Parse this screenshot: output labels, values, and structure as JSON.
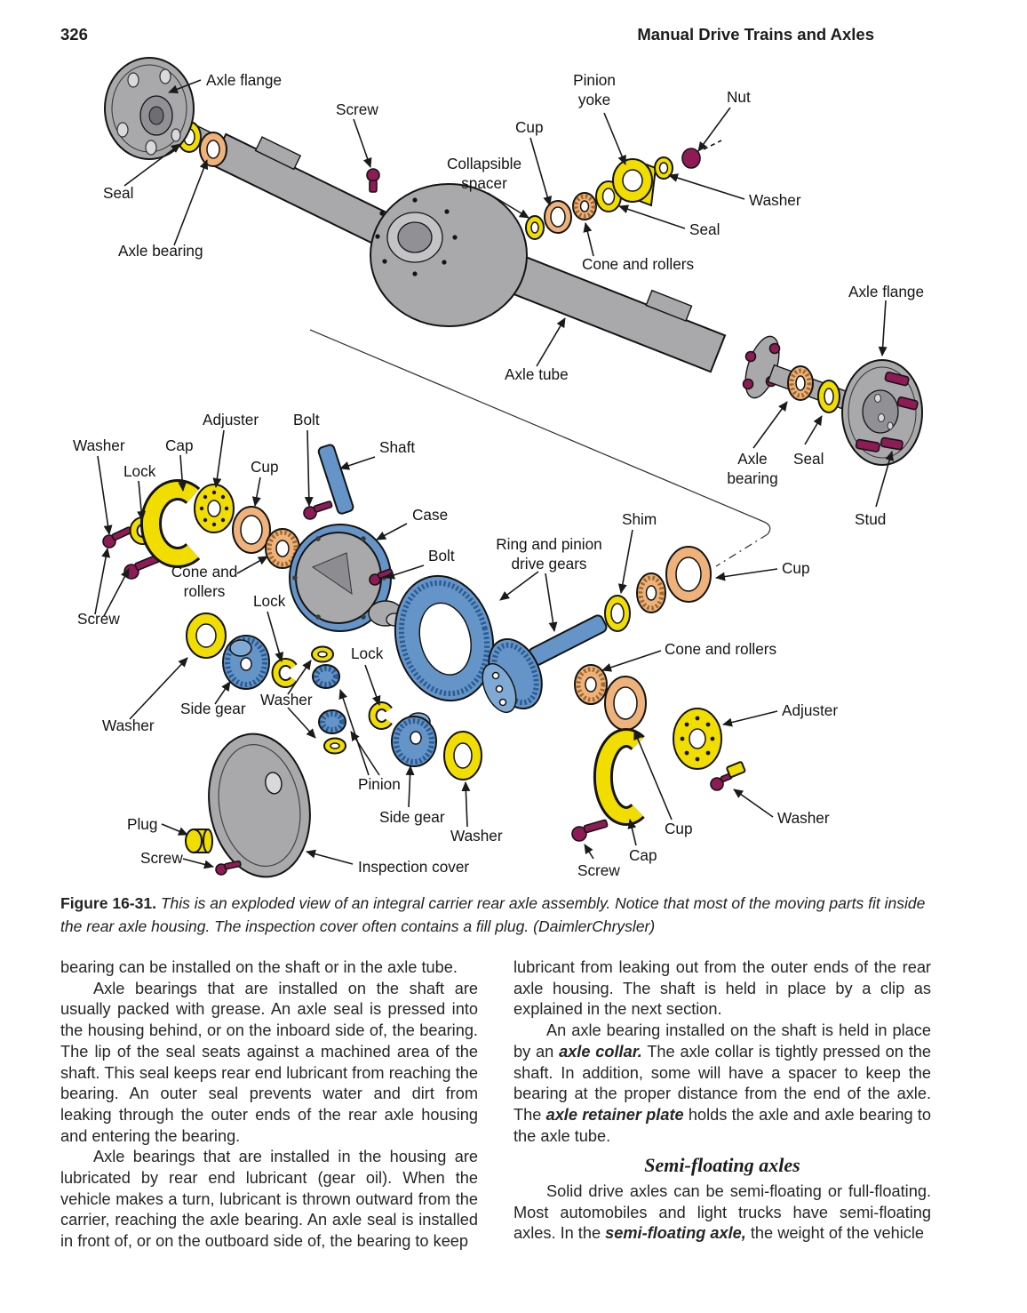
{
  "page": {
    "number": "326",
    "running_head": "Manual Drive Trains and Axles"
  },
  "figure": {
    "caption": {
      "label": "Figure 16-31.",
      "text": " This is an exploded view of an integral carrier rear axle assembly. Notice that most of the moving parts fit inside the rear axle housing. The inspection cover often contains a fill plug. (DaimlerChrysler)"
    },
    "colors": {
      "steel": "#a9a9ab",
      "yellow": "#f2dd00",
      "orange": "#efb27b",
      "maroon": "#8e1a56",
      "blue": "#6494c8"
    },
    "labels": [
      {
        "id": "axle-flange-left",
        "text": "Axle flange"
      },
      {
        "id": "screw-top",
        "text": "Screw"
      },
      {
        "id": "cup-top",
        "text": "Cup"
      },
      {
        "id": "collapsible-spacer",
        "text": "Collapsible\nspacer"
      },
      {
        "id": "pinion-yoke",
        "text": "Pinion\nyoke"
      },
      {
        "id": "nut",
        "text": "Nut"
      },
      {
        "id": "washer-top",
        "text": "Washer"
      },
      {
        "id": "seal-top",
        "text": "Seal"
      },
      {
        "id": "cone-and-rollers-top",
        "text": "Cone and rollers"
      },
      {
        "id": "axle-flange-right",
        "text": "Axle flange"
      },
      {
        "id": "axle-tube",
        "text": "Axle tube"
      },
      {
        "id": "seal-left",
        "text": "Seal"
      },
      {
        "id": "axle-bearing-left",
        "text": "Axle bearing"
      },
      {
        "id": "axle-bearing-right",
        "text": "Axle\nbearing"
      },
      {
        "id": "seal-right",
        "text": "Seal"
      },
      {
        "id": "stud",
        "text": "Stud"
      },
      {
        "id": "adjuster-left",
        "text": "Adjuster"
      },
      {
        "id": "bolt-shaft",
        "text": "Bolt"
      },
      {
        "id": "washer-left",
        "text": "Washer"
      },
      {
        "id": "cap-left",
        "text": "Cap"
      },
      {
        "id": "lock-left",
        "text": "Lock"
      },
      {
        "id": "cup-left",
        "text": "Cup"
      },
      {
        "id": "shaft",
        "text": "Shaft"
      },
      {
        "id": "case",
        "text": "Case"
      },
      {
        "id": "bolt-case",
        "text": "Bolt"
      },
      {
        "id": "cone-and-rollers-left",
        "text": "Cone and\nrollers"
      },
      {
        "id": "screw-left",
        "text": "Screw"
      },
      {
        "id": "lock-mid-upper",
        "text": "Lock"
      },
      {
        "id": "lock-mid-lower",
        "text": "Lock"
      },
      {
        "id": "washer-pinion",
        "text": "Washer"
      },
      {
        "id": "side-gear-left",
        "text": "Side gear"
      },
      {
        "id": "washer-far-left",
        "text": "Washer"
      },
      {
        "id": "pinion",
        "text": "Pinion"
      },
      {
        "id": "side-gear-right",
        "text": "Side gear"
      },
      {
        "id": "washer-bottom-middle",
        "text": "Washer"
      },
      {
        "id": "plug",
        "text": "Plug"
      },
      {
        "id": "screw-bottom-left",
        "text": "Screw"
      },
      {
        "id": "inspection-cover",
        "text": "Inspection cover"
      },
      {
        "id": "shim",
        "text": "Shim"
      },
      {
        "id": "ring-and-pinion",
        "text": "Ring and pinion\ndrive gears"
      },
      {
        "id": "cup-right",
        "text": "Cup"
      },
      {
        "id": "cone-and-rollers-right",
        "text": "Cone and rollers"
      },
      {
        "id": "adjuster-right",
        "text": "Adjuster"
      },
      {
        "id": "washer-right",
        "text": "Washer"
      },
      {
        "id": "cup-bottom-right",
        "text": "Cup"
      },
      {
        "id": "cap-bottom-right",
        "text": "Cap"
      },
      {
        "id": "screw-bottom-right",
        "text": "Screw"
      }
    ]
  },
  "article": {
    "left": {
      "p1": "bearing can be installed on the shaft or in the axle tube.",
      "p2": "Axle bearings that are installed on the shaft are usually packed with grease. An axle seal is pressed into the housing behind, or on the inboard side of, the bearing. The lip of the seal seats against a machined area of the shaft. This seal keeps rear end lubricant from reaching the bearing. An outer seal prevents water and dirt from leaking through the outer ends of the rear axle housing and entering the bearing.",
      "p3": "Axle bearings that are installed in the housing are lubricated by rear end lubricant (gear oil). When the vehicle makes a turn, lubricant is thrown outward from the carrier, reaching the axle bearing. An axle seal is installed in front of, or on the outboard side of, the bearing to keep"
    },
    "right": {
      "p1": "lubricant from leaking out from the outer ends of the rear axle housing. The shaft is held in place by a clip as explained in the next section.",
      "p2_1": "An axle bearing installed on the shaft is held in place by an ",
      "p2_2": "axle collar.",
      "p2_3": " The axle collar is tightly pressed on the shaft. In addition, some will have a spacer to keep the bearing at the proper distance from the end of the axle. The ",
      "p2_4": "axle retainer plate",
      "p2_5": " holds the axle and axle bearing to the axle tube.",
      "heading": "Semi-floating axles",
      "p3_1": "Solid drive axles can be semi-floating or full-floating. Most automobiles and light trucks have semi-floating axles. In the ",
      "p3_2": "semi-floating axle,",
      "p3_3": " the weight of the vehicle"
    }
  }
}
